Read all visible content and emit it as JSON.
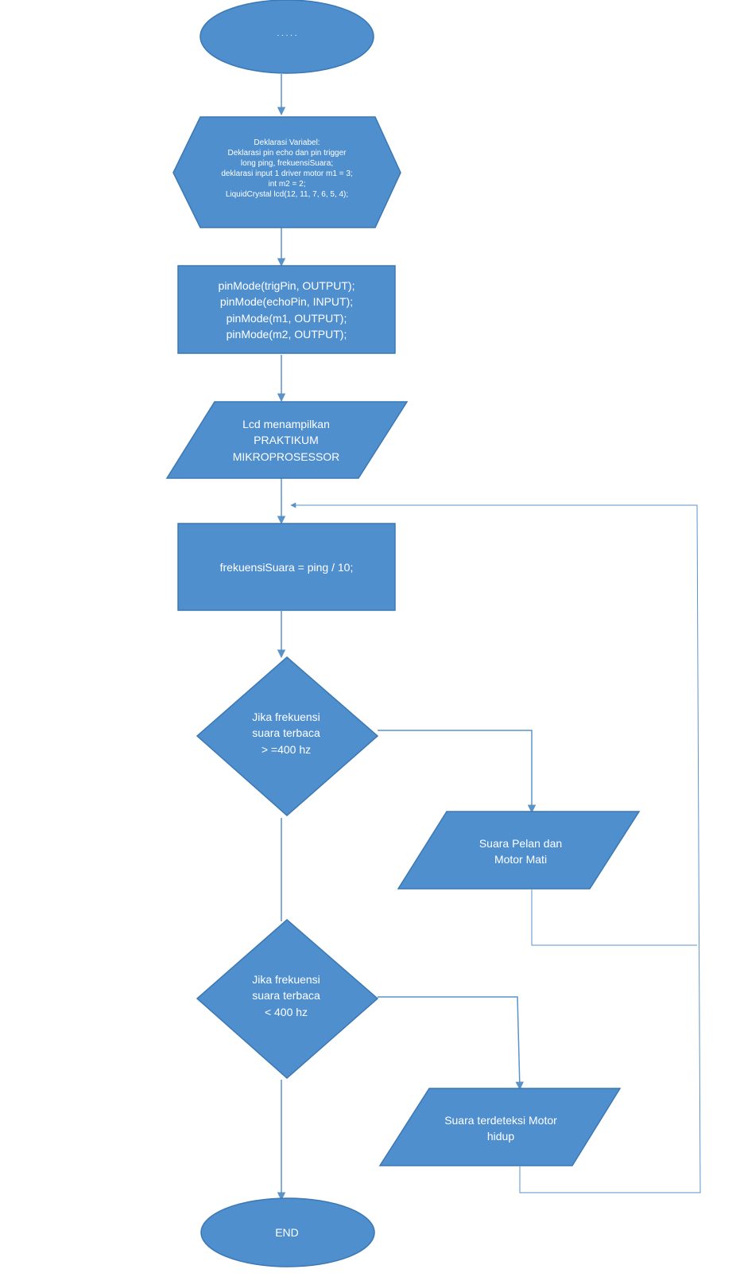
{
  "colors": {
    "shape_fill": "#4f8fce",
    "shape_stroke": "#3b78b4",
    "line": "#5a93c8",
    "text": "#ffffff"
  },
  "start": {
    "label": ". . . . ."
  },
  "declaration": {
    "lines": [
      "Deklarasi Variabel:",
      "Deklarasi pin echo dan pin trigger",
      "long ping, frekuensiSuara;",
      "deklarasi input 1 driver motor  m1 = 3;",
      "int m2 = 2;",
      "LiquidCrystal lcd(12, 11, 7, 6, 5, 4);"
    ]
  },
  "pinmode": {
    "lines": [
      "pinMode(trigPin, OUTPUT);",
      "pinMode(echoPin, INPUT);",
      "pinMode(m1, OUTPUT);",
      "pinMode(m2, OUTPUT);"
    ]
  },
  "lcd_output": {
    "lines": [
      "Lcd menampilkan",
      "PRAKTIKUM",
      "MIKROPROSESSOR"
    ]
  },
  "compute": {
    "label": "frekuensiSuara = ping / 10;"
  },
  "decision_high": {
    "lines": [
      "Jika frekuensi",
      "suara terbaca",
      "> =400 hz"
    ]
  },
  "output_off": {
    "lines": [
      "Suara Pelan dan",
      "Motor Mati"
    ]
  },
  "decision_low": {
    "lines": [
      "Jika frekuensi",
      "suara terbaca",
      "< 400 hz"
    ]
  },
  "output_on": {
    "lines": [
      "Suara terdeteksi Motor",
      "hidup"
    ]
  },
  "end": {
    "label": "END"
  }
}
